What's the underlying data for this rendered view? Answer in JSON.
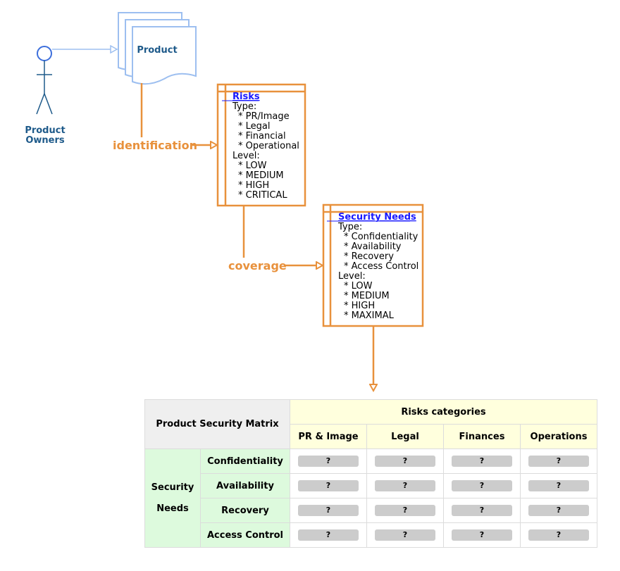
{
  "actor": {
    "label_line1": "Product",
    "label_line2": "Owners"
  },
  "product": {
    "label": "Product"
  },
  "arrows": {
    "identification": "identification",
    "coverage": "coverage"
  },
  "risks_note": {
    "title": "Risks",
    "lines": [
      "Type:",
      "* PR/Image",
      "* Legal",
      "* Financial",
      "* Operational",
      "Level:",
      "* LOW",
      "* MEDIUM",
      "* HIGH",
      "* CRITICAL"
    ]
  },
  "security_note": {
    "title": "Security Needs",
    "lines": [
      "Type:",
      "* Confidentiality",
      "* Availability",
      "* Recovery",
      "* Access Control",
      "Level:",
      "* LOW",
      "* MEDIUM",
      "* HIGH",
      "* MAXIMAL"
    ]
  },
  "matrix": {
    "corner": "Product Security Matrix",
    "col_group": "Risks categories",
    "columns": [
      "PR & Image",
      "Legal",
      "Finances",
      "Operations"
    ],
    "row_group_line1": "Security",
    "row_group_line2": "Needs",
    "rows": [
      {
        "label": "Confidentiality",
        "cells": [
          "?",
          "?",
          "?",
          "?"
        ]
      },
      {
        "label": "Availability",
        "cells": [
          "?",
          "?",
          "?",
          "?"
        ]
      },
      {
        "label": "Recovery",
        "cells": [
          "?",
          "?",
          "?",
          "?"
        ]
      },
      {
        "label": "Access Control",
        "cells": [
          "?",
          "?",
          "?",
          "?"
        ]
      }
    ]
  },
  "colors": {
    "blue_stroke": "#3d6fdc",
    "blue_fill": "#dde8ff",
    "orange": "#e8913c",
    "link_blue": "#1a1aff"
  }
}
